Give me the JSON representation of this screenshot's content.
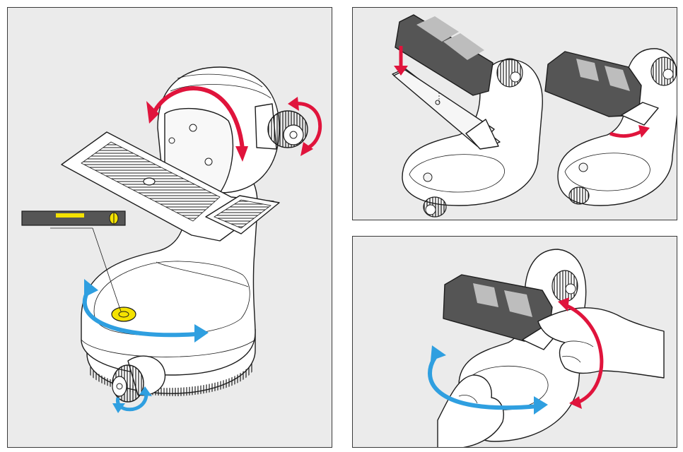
{
  "colors": {
    "background": "#ffffff",
    "panel": "#ebebeb",
    "outline": "#1c1c1c",
    "device": "#555555",
    "rotate_red": "#e0143c",
    "rotate_blue": "#2f9fe0",
    "bubble_yellow": "#f4e200"
  },
  "panels": [
    {
      "name": "main-head-overview",
      "shows": [
        "circular-bubble-level",
        "tube-bubble-level",
        "pan-rotation",
        "tilt-rotation",
        "knob-rotation"
      ]
    },
    {
      "name": "device-mounting",
      "shows": [
        "device-lowered-onto-plate",
        "device-clamped"
      ]
    },
    {
      "name": "hand-operation",
      "shows": [
        "hands-rotating-head"
      ]
    }
  ]
}
